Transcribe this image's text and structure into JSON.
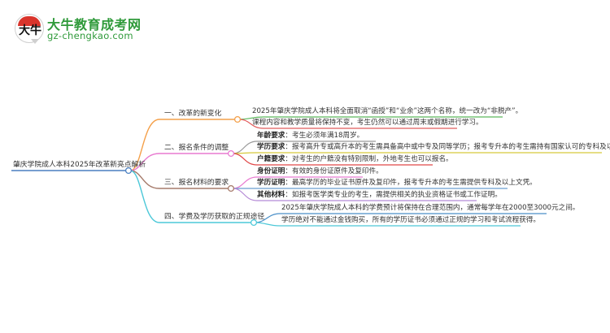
{
  "logo": {
    "glyph": "大牛",
    "title": "大牛教育成考网",
    "url": "gz-chengkao.com",
    "color": "#2f9a3a"
  },
  "mindmap": {
    "root": {
      "label": "肇庆学院成人本科2025年改革新亮点解析",
      "color": "#4a7fc1"
    },
    "branches": [
      {
        "label": "一、改革的新变化",
        "color": "#f4a04a",
        "children": [
          {
            "key": "",
            "text": "2025年肇庆学院成人本科将全面取消“函授”和“业余”这两个名称，统一改为“非脱产”。",
            "color": "#5cb85c"
          },
          {
            "key": "",
            "text": "课程内容和教学质量将保持不变，考生仍然可以通过周末或假期进行学习。",
            "color": "#e05a5a"
          }
        ]
      },
      {
        "label": "二、报名条件的调整",
        "color": "#e87ad0",
        "children": [
          {
            "key": "年龄要求",
            "text": "：考生必须年满18周岁。",
            "color": "#999999"
          },
          {
            "key": "学历要求",
            "text": "：报考高升专或高升本的考生需具备高中或中专及同等学历；报考专升本的考生需持有国家认可的专科及以上学历。",
            "color": "#d6c93a"
          },
          {
            "key": "户籍要求",
            "text": "：对考生的户籍没有特别限制，外地考生也可以报名。",
            "color": "#e04848"
          }
        ]
      },
      {
        "label": "三、报名材料的要求",
        "color": "#a57a6a",
        "children": [
          {
            "key": "身份证明",
            "text": "：有效的身份证原件及复印件。",
            "color": "#e87ad0"
          },
          {
            "key": "学历证明",
            "text": "：最高学历的毕业证书原件及复印件，报考专升本的考生需提供专科及以上文凭。",
            "color": "#6a9ed0"
          },
          {
            "key": "其他材料",
            "text": "：如报考医学类专业的考生，需提供相关的执业资格证书或工作证明。",
            "color": "#b58ad6"
          }
        ]
      },
      {
        "label": "四、学费及学历获取的正规途径",
        "color": "#4cc8d8",
        "children": [
          {
            "key": "",
            "text": "2025年肇庆学院成人本科的学费预计将保持在合理范围内，通常每学年在2000至3000元之间。",
            "color": "#4a8fc8"
          },
          {
            "key": "",
            "text": "学历绝对不能通过金钱购买，所有的学历证书必须通过正规的学习和考试流程获得。",
            "color": "#4cc8d8"
          }
        ]
      }
    ]
  }
}
